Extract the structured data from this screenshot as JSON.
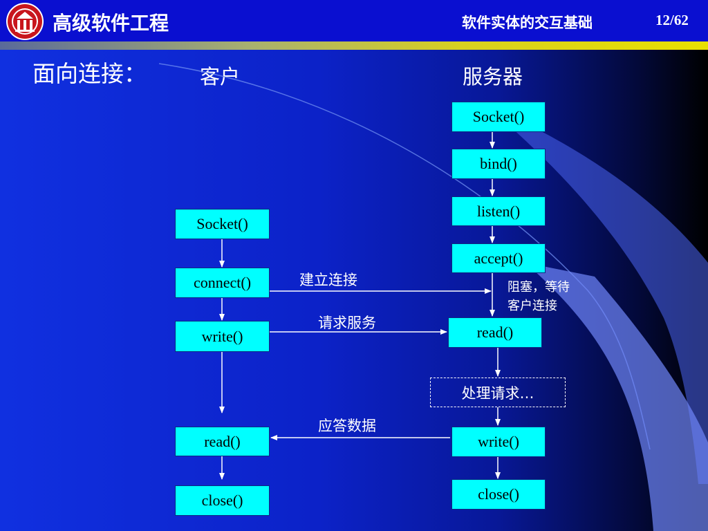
{
  "header": {
    "course_title": "高级软件工程",
    "section_title": "软件实体的交互基础",
    "page_number": "12/62"
  },
  "slide": {
    "heading": "面向连接：",
    "client_label": "客户",
    "server_label": "服务器"
  },
  "client_steps": [
    "Socket()",
    "connect()",
    "write()",
    "read()",
    "close()"
  ],
  "server_steps": [
    "Socket()",
    "bind()",
    "listen()",
    "accept()",
    "read()",
    "write()",
    "close()"
  ],
  "processing_step": "处理请求…",
  "messages": {
    "establish_connection": "建立连接",
    "request_service": "请求服务",
    "reply_data": "应答数据"
  },
  "blocking_note": {
    "line1": "阻塞，等待",
    "line2": "客户连接"
  },
  "colors": {
    "box_fill": "#00ffff",
    "header_bar": "#0a0fd0",
    "accent_line": "#e8e000",
    "text": "#ffffff"
  }
}
